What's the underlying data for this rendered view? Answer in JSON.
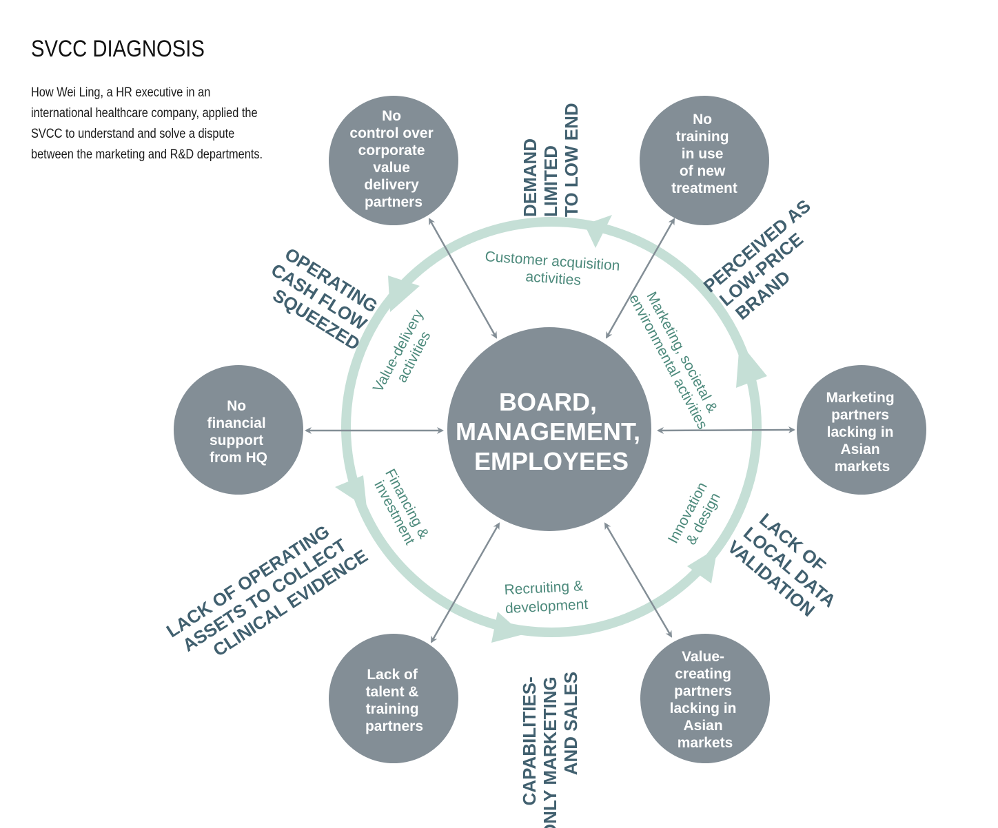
{
  "header": {
    "title": "SVCC DIAGNOSIS",
    "subtitle": "How Wei Ling, a HR executive in an international healthcare company, applied the SVCC to understand and solve a dispute between the marketing and R&D departments."
  },
  "colors": {
    "node_fill": "#838e96",
    "ring": "#c5dfd6",
    "connector": "#838e96",
    "activity_text": "#4d8a7c",
    "issue_text": "#41606f"
  },
  "center": {
    "lines": [
      "BOARD,",
      "MANAGEMENT,",
      "EMPLOYEES"
    ]
  },
  "partners": [
    {
      "id": "top-left",
      "lines": [
        "No",
        "control over",
        "corporate",
        "value",
        "delivery",
        "partners"
      ]
    },
    {
      "id": "top-right",
      "lines": [
        "No",
        "training",
        "in use",
        "of new",
        "treatment"
      ]
    },
    {
      "id": "left",
      "lines": [
        "No",
        "financial",
        "support",
        "from HQ"
      ]
    },
    {
      "id": "right",
      "lines": [
        "Marketing",
        "partners",
        "lacking in",
        "Asian",
        "markets"
      ]
    },
    {
      "id": "bottom-left",
      "lines": [
        "Lack of",
        "talent &",
        "training",
        "partners"
      ]
    },
    {
      "id": "bottom-right",
      "lines": [
        "Value-",
        "creating",
        "partners",
        "lacking in",
        "Asian",
        "markets"
      ]
    }
  ],
  "activities": [
    {
      "id": "customer-acquisition",
      "lines": [
        "Customer acquisition",
        "activities"
      ]
    },
    {
      "id": "value-delivery",
      "lines": [
        "Value-delivery",
        "activities"
      ]
    },
    {
      "id": "marketing-societal",
      "lines": [
        "Marketing, societal &",
        "environmental activities"
      ]
    },
    {
      "id": "financing",
      "lines": [
        "Financing &",
        "investment"
      ]
    },
    {
      "id": "innovation",
      "lines": [
        "Innovation",
        "& design"
      ]
    },
    {
      "id": "recruiting",
      "lines": [
        "Recruiting &",
        "development"
      ]
    }
  ],
  "issues": [
    {
      "id": "demand-limited",
      "lines": [
        "DEMAND",
        "LIMITED",
        "TO LOW END"
      ]
    },
    {
      "id": "perceived-low-price",
      "lines": [
        "PERCEIVED AS",
        "LOW-PRICE",
        "BRAND"
      ]
    },
    {
      "id": "operating-cash-flow",
      "lines": [
        "OPERATING",
        "CASH FLOW",
        "SQUEEZED"
      ]
    },
    {
      "id": "lack-operating-assets",
      "lines": [
        "LACK OF OPERATING",
        "ASSETS TO COLLECT",
        "CLINICAL EVIDENCE"
      ]
    },
    {
      "id": "lack-local-data",
      "lines": [
        "LACK OF",
        "LOCAL DATA",
        "VALIDATION"
      ]
    },
    {
      "id": "capabilities-only",
      "lines": [
        "CAPABILITIES-",
        "ONLY MARKETING",
        "AND SALES"
      ]
    }
  ]
}
